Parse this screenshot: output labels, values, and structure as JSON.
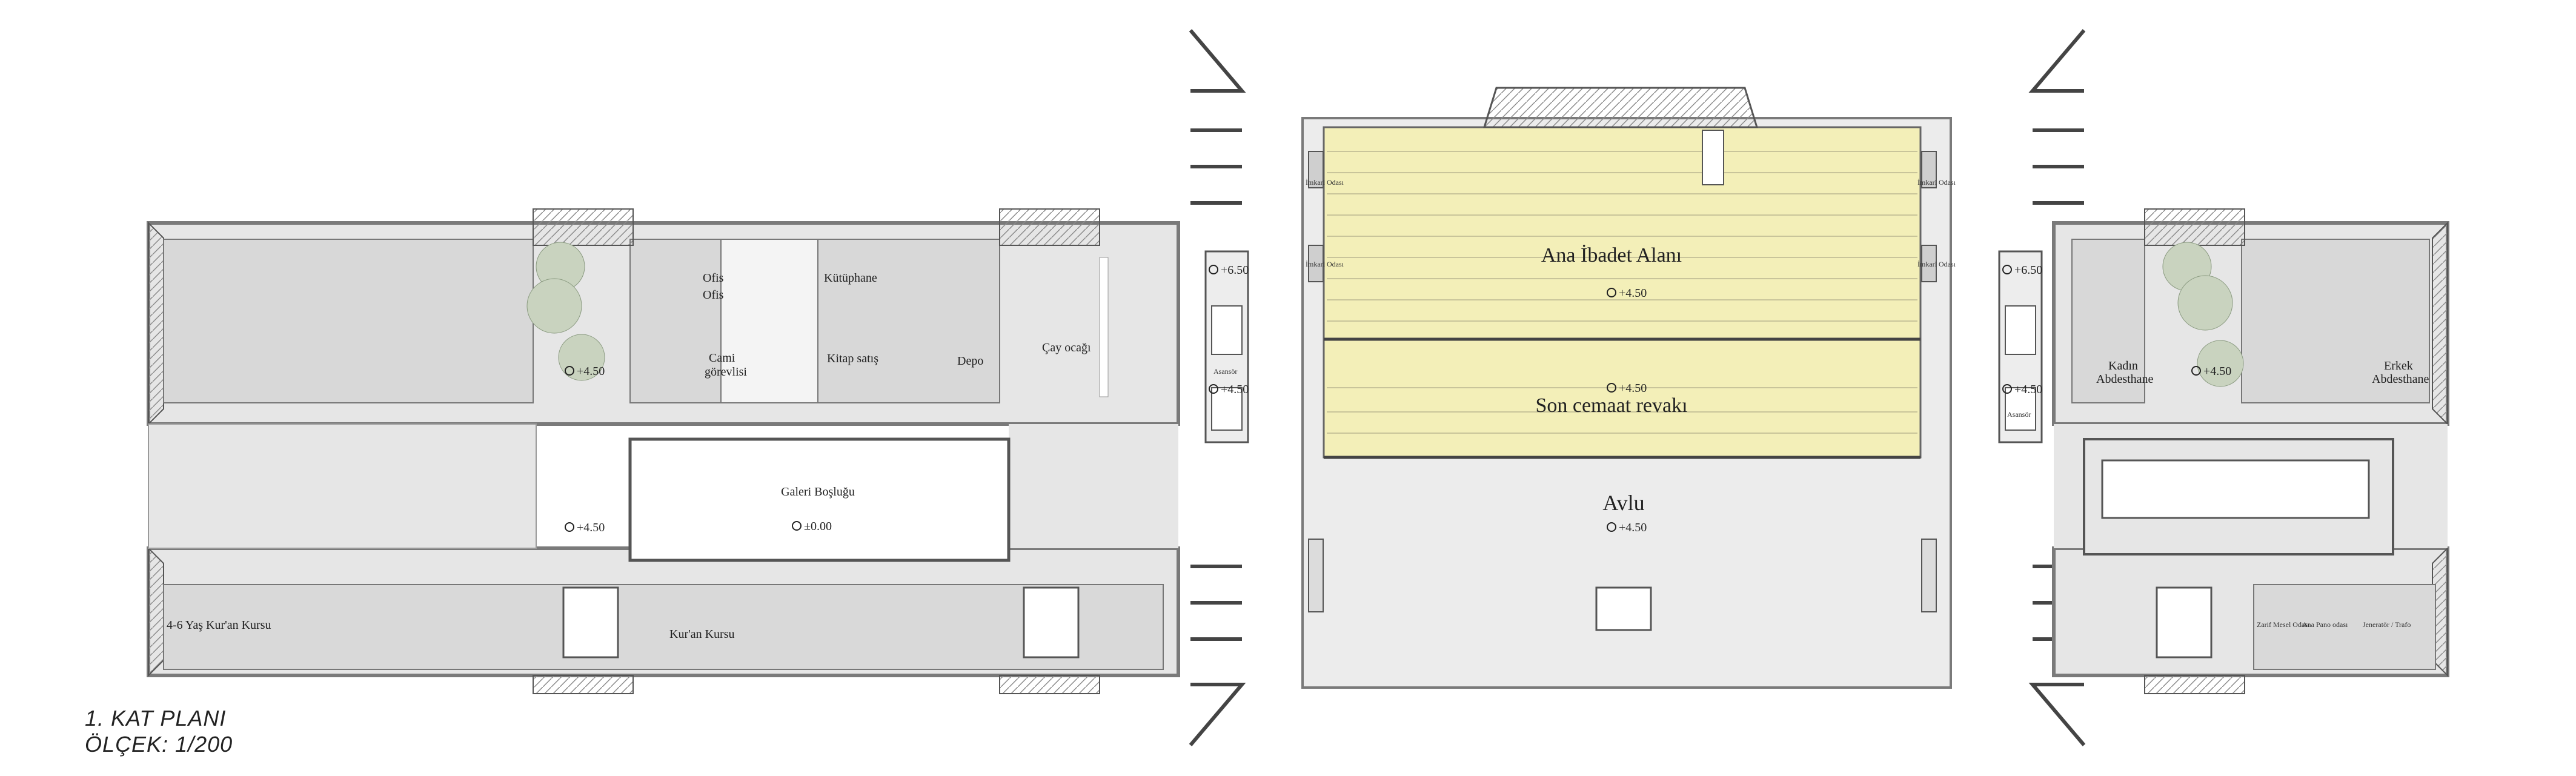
{
  "caption": {
    "title": "1.  KAT PLANI",
    "scale": "ÖLÇEK: 1/200"
  },
  "rooms": {
    "main_prayer": "Ana İbadet Alanı",
    "last_congregation": "Son cemaat revakı",
    "courtyard": "Avlu",
    "gallery_void": "Galeri Boşluğu",
    "library": "Kütüphane",
    "bookstore": "Kitap satış",
    "depot": "Depo",
    "tea_room": "Çay ocağı",
    "office_1": "Ofis",
    "office_2": "Ofis",
    "mosque_staff_1": "Cami",
    "mosque_staff_2": "görevlisi",
    "womens_ablution_1": "Kadın",
    "womens_ablution_2": "Abdesthane",
    "mens_ablution_1": "Erkek",
    "mens_ablution_2": "Abdesthane",
    "quran_course_kids": "4-6 Yaş Kur'an Kursu",
    "quran_course": "Kur'an Kursu",
    "service_room_l1": "İmkarl Odası",
    "service_room_l2": "İmkarl Odası",
    "service_room_r1": "İmkarl Odası",
    "service_room_r2": "İmkarl Odası",
    "elevator": "Asansör",
    "right_room_a": "Zarif Mesel Odası",
    "right_room_b": "Ana Pano odası",
    "right_room_c": "Jeneratör / Trafo"
  },
  "levels": {
    "l650": "+6.50",
    "l450": "+4.50",
    "l000": "±0.00"
  },
  "colors": {
    "floor": "#e6e6e6",
    "wall": "#7a7a7a",
    "wall_dark": "#444444",
    "prayer_fill": "#f3efb8",
    "tree": "#c9d3bf",
    "line": "#9a9a9a"
  }
}
